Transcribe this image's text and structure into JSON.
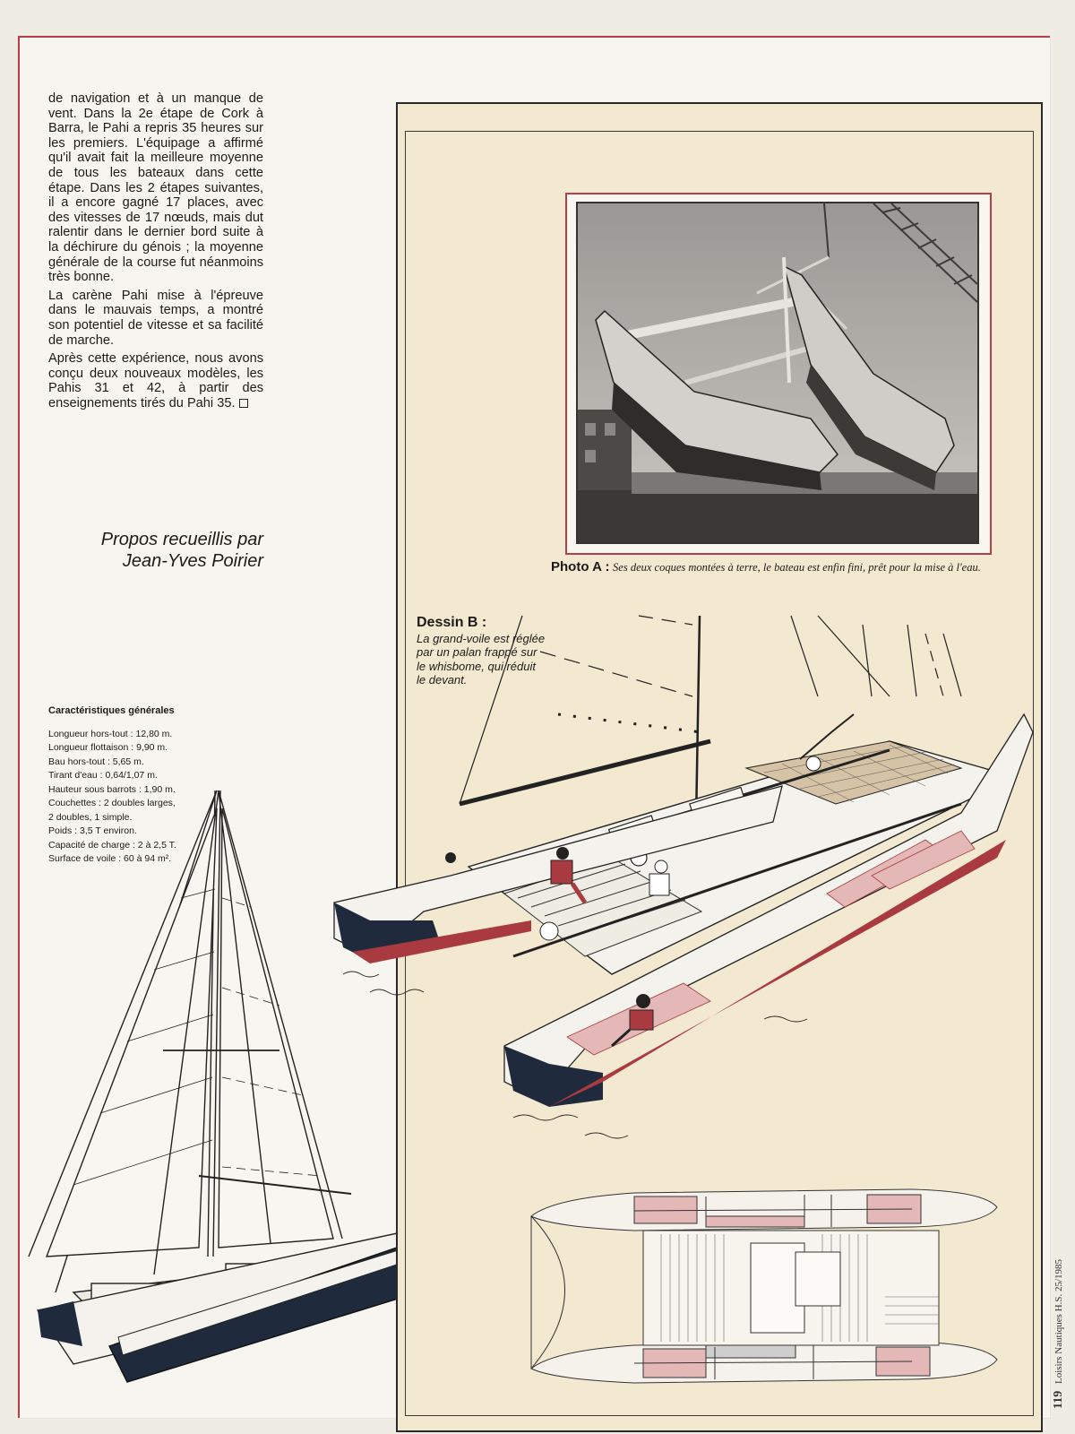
{
  "article": {
    "paragraphs": [
      "de navigation et à un manque de vent. Dans la 2e étape de Cork à Barra, le Pahi a repris 35 heures sur les premiers. L'équipage a affirmé qu'il avait fait la meilleure moyenne de tous les bateaux dans cette étape. Dans les 2 étapes suivantes, il a encore gagné 17 places, avec des vitesses de 17 nœuds, mais dut ralentir dans le dernier bord suite à la déchirure du génois ; la moyenne générale de la course fut néanmoins très bonne.",
      "La carène Pahi mise à l'épreuve dans le mauvais temps, a montré son potentiel de vitesse et sa facilité de marche.",
      "Après cette expérience, nous avons conçu deux nouveaux modèles, les Pahis 31 et 42, à partir des enseignements tirés du Pahi 35."
    ],
    "credit_line1": "Propos recueillis par",
    "credit_line2": "Jean-Yves Poirier"
  },
  "specs": {
    "title": "Caractéristiques générales",
    "lines": [
      "Longueur hors-tout : 12,80 m.",
      "Longueur flottaison : 9,90 m.",
      "Bau hors-tout : 5,65 m.",
      "Tirant d'eau : 0,64/1,07 m.",
      "Hauteur sous barrots : 1,90 m.",
      "Couchettes : 2 doubles larges,",
      "2 doubles, 1 simple.",
      "Poids : 3,5 T environ.",
      "Capacité de charge : 2 à 2,5 T.",
      "Surface de voile : 60 à 94 m²."
    ]
  },
  "photo_a": {
    "label": "Photo A :",
    "caption": "Ses deux coques montées à terre, le bateau est enfin fini, prêt pour la mise à l'eau."
  },
  "drawing_b": {
    "label": "Dessin B :",
    "caption": "La grand-voile est réglée par un palan frappé sur le whisbome, qui réduit le devant."
  },
  "folio": {
    "page_number": "119",
    "publication": "Loisirs Nautiques H.S. 25/1985"
  },
  "colors": {
    "accent_red": "#b5404a",
    "hull_navy": "#1f2a3c",
    "panel_cream": "#f3e8d0",
    "cushion_pink": "#e5b8b8"
  }
}
